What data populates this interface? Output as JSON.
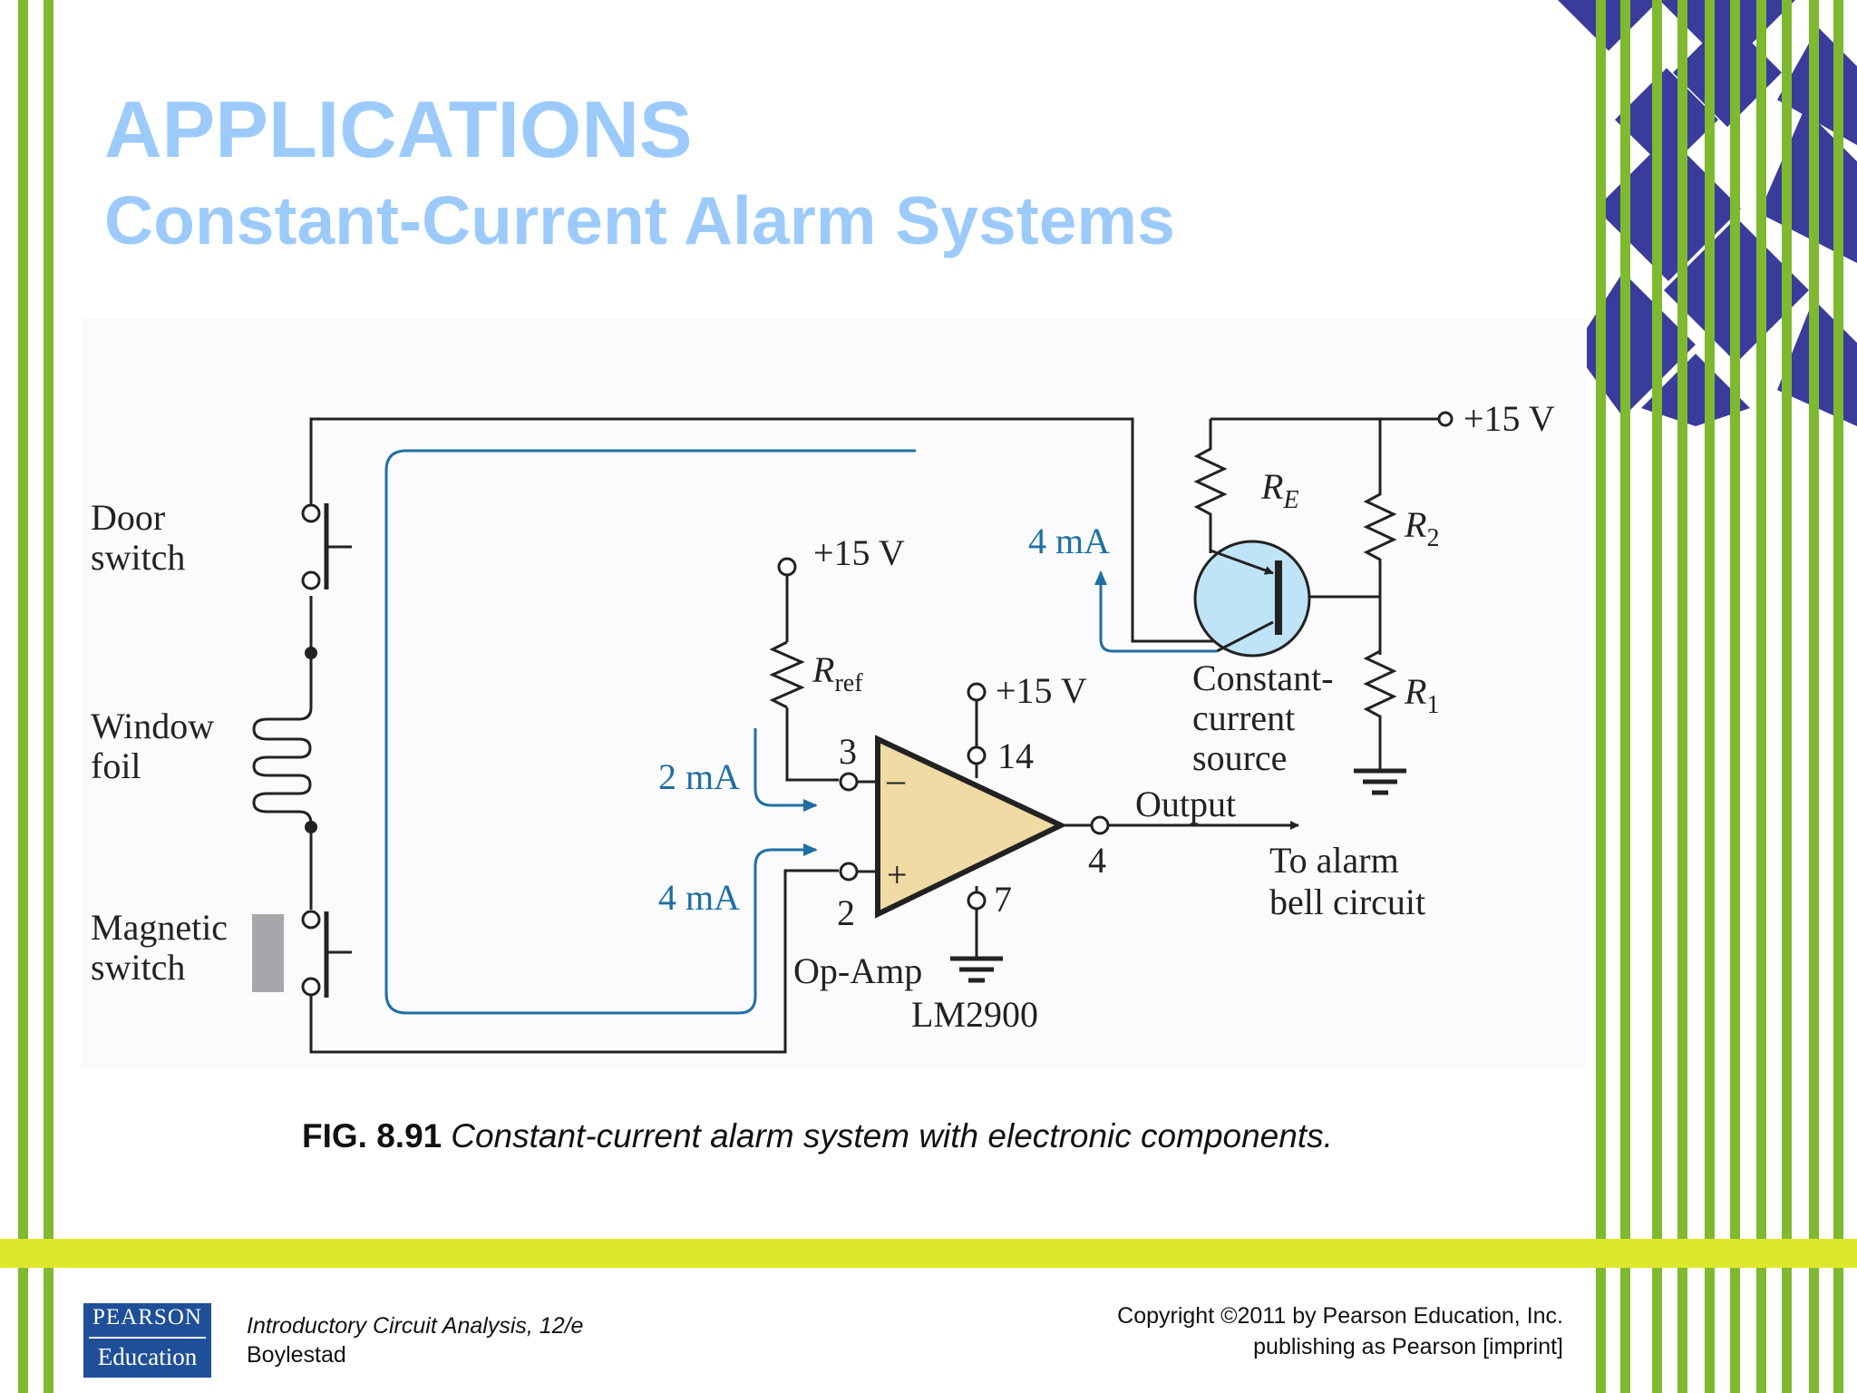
{
  "title": "APPLICATIONS",
  "subtitle": "Constant-Current Alarm Systems",
  "caption": {
    "label": "FIG. 8.91",
    "text": "Constant-current alarm system with electronic components."
  },
  "diagram": {
    "door_switch": [
      "Door",
      "switch"
    ],
    "window_foil": [
      "Window",
      "foil"
    ],
    "magnetic_switch": [
      "Magnetic",
      "switch"
    ],
    "supply_top": "+15 V",
    "supply_rref": "+15 V",
    "supply_opamp": "+15 V",
    "current_4ma_top": "4 mA",
    "current_2ma": "2 mA",
    "current_4ma_bottom": "4 mA",
    "rref": {
      "main": "R",
      "sub": "ref"
    },
    "re": {
      "main": "R",
      "sub": "E"
    },
    "r2": {
      "main": "R",
      "sub": "2"
    },
    "r1": {
      "main": "R",
      "sub": "1"
    },
    "pin3": "3",
    "pin14": "14",
    "pin2": "2",
    "pin7": "7",
    "pin4": "4",
    "minus": "–",
    "plus": "+",
    "output": "Output",
    "alarm": [
      "To alarm",
      "bell circuit"
    ],
    "opamp": "Op-Amp",
    "lm": "LM2900",
    "ccs": [
      "Constant-",
      "current",
      "source"
    ]
  },
  "footer": {
    "logo_top": "PEARSON",
    "logo_bottom": "Education",
    "book_title": "Introductory Circuit Analysis, 12/e",
    "author": "Boylestad",
    "copyright": "Copyright ©2011 by Pearson Education, Inc.",
    "imprint": "publishing as Pearson [imprint]"
  },
  "colors": {
    "title": "#9ccbfb",
    "green_stripes": "#7fb92f",
    "navy_diamonds": "#3a3c9b",
    "yellow_band": "#dde72c",
    "opamp_fill": "#efdba3",
    "transistor_fill": "#bfe3f7",
    "current_arrows": "#1f6fa3"
  }
}
